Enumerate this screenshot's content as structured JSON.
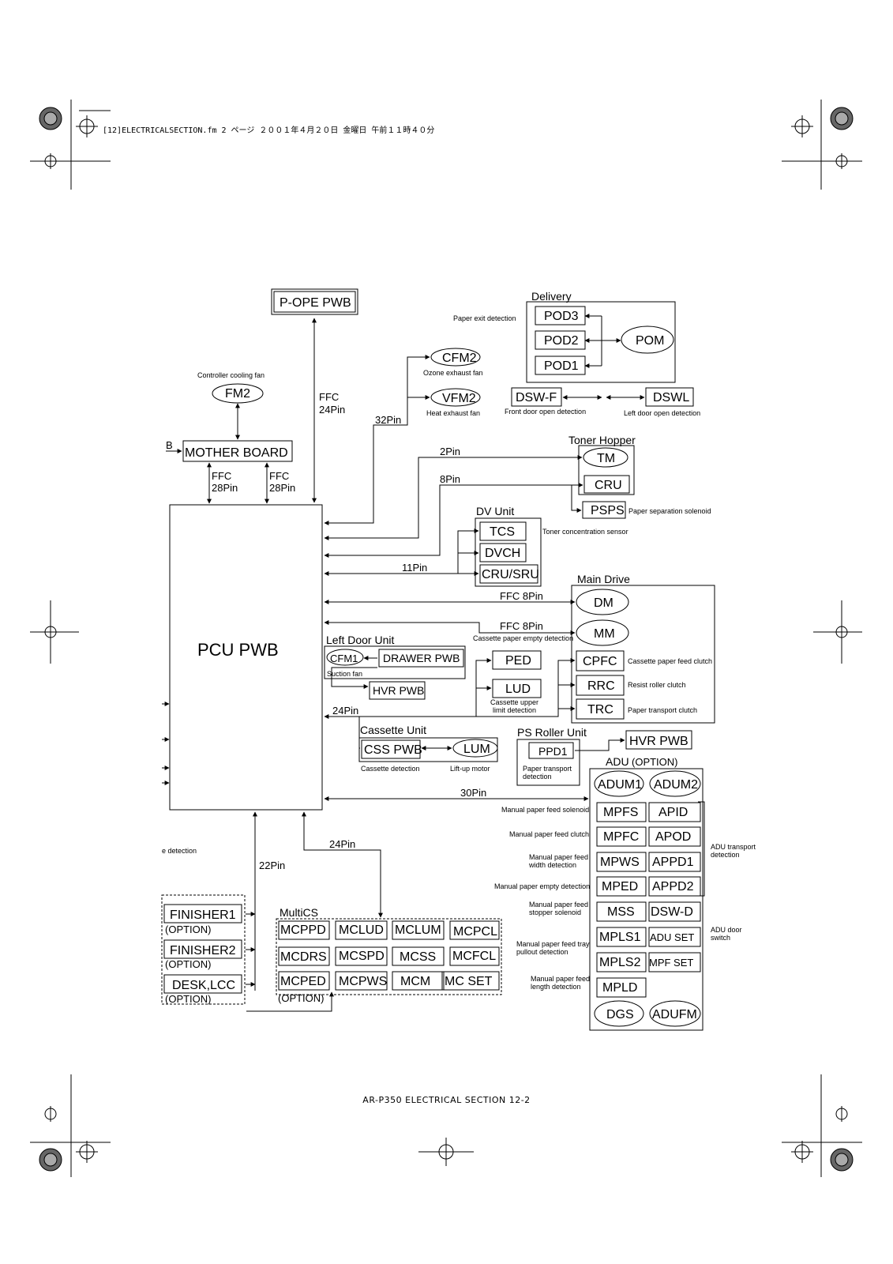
{
  "header": "[12]ELECTRICALSECTION.fm  2 ページ  ２００１年４月２０日  金曜日  午前１１時４０分",
  "footer": "AR-P350 ELECTRICAL SECTION 12-2",
  "diagram": {
    "pope": "P-OPE  PWB",
    "pcu": "PCU  PWB",
    "mother": "MOTHER  BOARD",
    "mother_b": "B",
    "fm2": "FM2",
    "fm2_label": "Controller cooling fan",
    "ffc_24": [
      "FFC",
      "24Pin"
    ],
    "ffc_28a": [
      "FFC",
      "28Pin"
    ],
    "ffc_28b": [
      "FFC",
      "28Pin"
    ],
    "pin32": "32Pin",
    "pin2": "2Pin",
    "pin8": "8Pin",
    "pin11": "11Pin",
    "ffc8a": "FFC  8Pin",
    "ffc8b": "FFC  8Pin",
    "pin24_left": "24Pin",
    "pin30": "30Pin",
    "pin24_bottom": "24Pin",
    "pin22": "22Pin",
    "cfm2": "CFM2",
    "cfm2_label": "Ozone exhaust fan",
    "vfm2": "VFM2",
    "vfm2_label": "Heat exhaust fan",
    "delivery": "Delivery",
    "paper_exit": "Paper exit detection",
    "pod3": "POD3",
    "pod2": "POD2",
    "pod1": "POD1",
    "pom": "POM",
    "dswf": "DSW-F",
    "dswf_label": "Front door open detection",
    "dswl": "DSWL",
    "dswl_label": "Left door open detection",
    "toner_hopper": "Toner  Hopper",
    "tm": "TM",
    "cru": "CRU",
    "psps": "PSPS",
    "psps_label": "Paper separation solenoid",
    "dv_unit": "DV  Unit",
    "tcs": "TCS",
    "tcs_label": "Toner concentration sensor",
    "dvch": "DVCH",
    "crusru": "CRU/SRU",
    "main_drive": "Main  Drive",
    "dm": "DM",
    "mm": "MM",
    "cpfc": "CPFC",
    "cpfc_label": "Cassette paper feed clutch",
    "rrc": "RRC",
    "rrc_label": "Resist roller clutch",
    "trc": "TRC",
    "trc_label": "Paper transport clutch",
    "left_door": "Left Door Unit",
    "cfm1": "CFM1",
    "suction": "Suction fan",
    "drawer": "DRAWER PWB",
    "hvr1": "HVR PWB",
    "ped": "PED",
    "ped_label": "Cassette paper empty detection",
    "lud": "LUD",
    "lud_label": [
      "Cassette upper",
      "limit detection"
    ],
    "cassette_unit": "Cassette Unit",
    "css": "CSS PWB",
    "css_label": "Cassette detection",
    "lum": "LUM",
    "lum_label": "Lift-up motor",
    "ps_roller": "PS Roller Unit",
    "ppd1": "PPD1",
    "ppd1_label": [
      "Paper transport",
      "detection"
    ],
    "hvr2": "HVR  PWB",
    "adu": "ADU",
    "adu_opt": "(OPTION)",
    "adum1": "ADUM1",
    "adum2": "ADUM2",
    "mpfs": "MPFS",
    "apid": "APID",
    "mpfc": "MPFC",
    "apod": "APOD",
    "mpws": "MPWS",
    "appd1": "APPD1",
    "mped": "MPED",
    "appd2": "APPD2",
    "mss": "MSS",
    "dswd": "DSW-D",
    "mpls1": "MPLS1",
    "aduset": "ADU SET",
    "mpls2": "MPLS2",
    "mpfset": "MPF SET",
    "mpld": "MPLD",
    "dgs": "DGS",
    "adufm": "ADUFM",
    "adu_left_labels": [
      "Manual paper feed solenoid",
      "Manual paper feed clutch",
      "Manual paper feed",
      "width detection",
      "Manual paper empty detection",
      "Manual paper feed",
      "stopper solenoid",
      "Manual paper feed tray",
      "pullout detection",
      "Manual paper feed",
      "length detection"
    ],
    "adu_transport": [
      "ADU transport",
      "detection"
    ],
    "adu_door": [
      "ADU door",
      "switch"
    ],
    "left_detection": "e detection",
    "finisher1": "FINISHER1",
    "finisher2": "FINISHER2",
    "desk": "DESK,LCC",
    "option": "(OPTION)",
    "multics": "MultiCS",
    "mc": [
      "MCPPD",
      "MCLUD",
      "MCLUM",
      "MCPCL",
      "MCDRS",
      "MCSPD",
      "MCSS",
      "MCFCL",
      "MCPED",
      "MCPWS",
      "MCM",
      "MC  SET"
    ]
  }
}
